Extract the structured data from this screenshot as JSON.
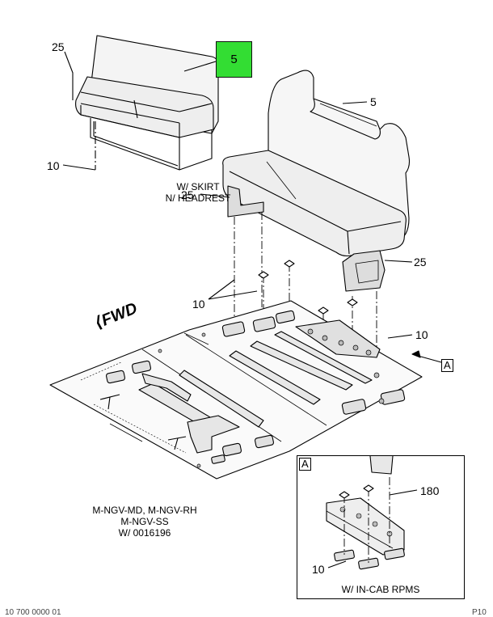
{
  "callouts": {
    "main_headrest": "5",
    "main_headrest_tag": "5",
    "skirt_bracket": "25",
    "skirt_floor": "10",
    "main_left_bracket": "25",
    "main_right_bracket": "25",
    "main_fasteners": "10",
    "main_floor": "10",
    "detail_top": "180",
    "detail_bottom": "10"
  },
  "captions": {
    "skirt_line1": "W/ SKIRT",
    "skirt_line2": "N/ HEADREST",
    "model_line1": "M-NGV-MD, M-NGV-RH",
    "model_line2": "M-NGV-SS",
    "model_line3": "W/ 0016196",
    "detail_caption": "W/ IN-CAB RPMS"
  },
  "direction_label": "FWD",
  "view_markers": {
    "floor_marker": "A",
    "detail_marker": "A"
  },
  "footer": {
    "left": "10 700 0000 01",
    "right": "P10"
  },
  "colors": {
    "highlight": "#33dd33",
    "line": "#000000",
    "panel": "#e8e8e8"
  }
}
